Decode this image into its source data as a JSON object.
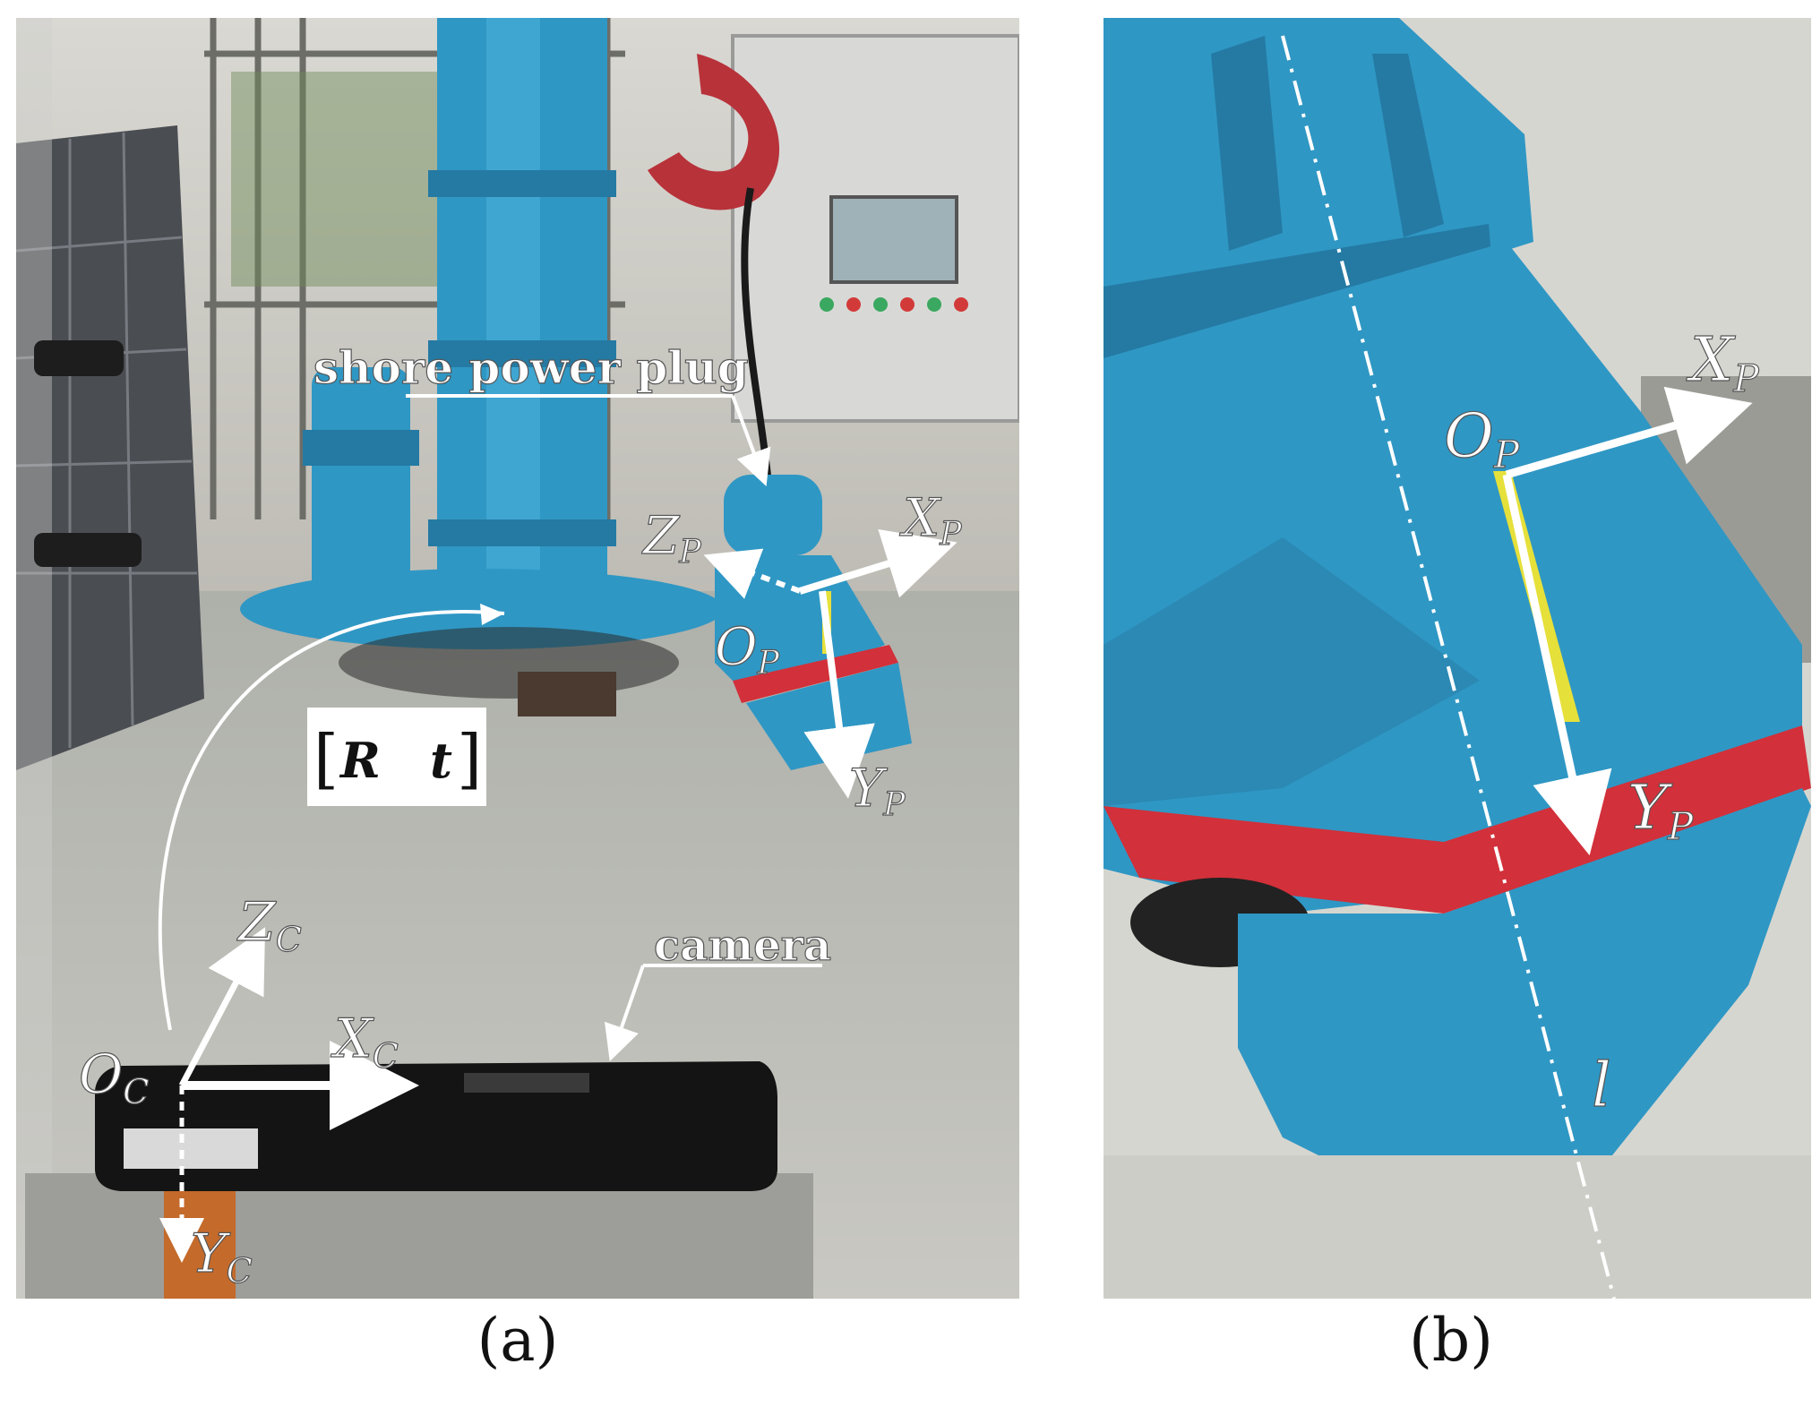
{
  "panel_a": {
    "label_plug": "shore power plug",
    "label_camera": "camera",
    "label_transform_R": "R",
    "label_transform_t": "t",
    "axis_zp": "Z",
    "axis_zp_sub": "P",
    "axis_xp": "X",
    "axis_xp_sub": "P",
    "axis_op": "O",
    "axis_op_sub": "P",
    "axis_yp": "Y",
    "axis_yp_sub": "P",
    "axis_zc": "Z",
    "axis_zc_sub": "C",
    "axis_xc": "X",
    "axis_xc_sub": "C",
    "axis_oc": "O",
    "axis_oc_sub": "C",
    "axis_yc": "Y",
    "axis_yc_sub": "C",
    "caption": "(a)"
  },
  "panel_b": {
    "axis_xp": "X",
    "axis_xp_sub": "P",
    "axis_op": "O",
    "axis_op_sub": "P",
    "axis_yp": "Y",
    "axis_yp_sub": "P",
    "line_label": "l",
    "caption": "(b)"
  },
  "colors": {
    "plug_blue": "#2f97c4",
    "plug_red": "#d2303a",
    "marker_yellow": "#e6e03a",
    "floor_grey": "#bdbcb5",
    "camera_black": "#141414"
  }
}
